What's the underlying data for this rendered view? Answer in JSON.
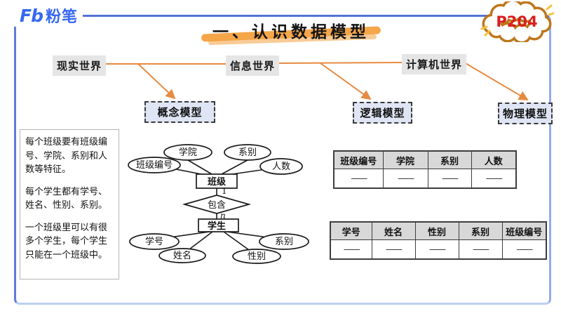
{
  "slide": {
    "logo_mark": "Fb",
    "logo_text": "粉笔",
    "page_badge": "P204",
    "title": "一、认识数据模型"
  },
  "worlds": [
    {
      "label": "现实世界"
    },
    {
      "label": "信息世界"
    },
    {
      "label": "计算机世界"
    }
  ],
  "models": [
    {
      "label": "概念模型"
    },
    {
      "label": "逻辑模型"
    },
    {
      "label": "物理模型"
    }
  ],
  "note": {
    "paragraphs": [
      "每个班级要有班级编号、学院、系别和人数等特征。",
      "每个学生都有学号、姓名、性别、系别。",
      "一个班级里可以有很多个学生，每个学生只能在一个班级中。"
    ]
  },
  "er": {
    "entity_class": "班级",
    "class_attrs": [
      "班级编号",
      "学院",
      "系别",
      "人数"
    ],
    "relation": "包含",
    "card_one": "1",
    "card_n": "n",
    "entity_student": "学生",
    "student_attrs": [
      "学号",
      "姓名",
      "性别",
      "系别"
    ]
  },
  "class_table": {
    "headers": [
      "班级编号",
      "学院",
      "系别",
      "人数"
    ],
    "row": [
      "——",
      "——",
      "——",
      "——"
    ]
  },
  "student_table": {
    "headers": [
      "学号",
      "姓名",
      "性别",
      "系别",
      "班级编号"
    ],
    "row": [
      "——",
      "——",
      "——",
      "——",
      "——"
    ]
  },
  "colors": {
    "accent_orange": "#e78a42",
    "frame_blue": "#6b8ade",
    "logo_blue": "#3668f2",
    "badge_red": "#d91f1f",
    "model_fill": "#dfe5f4",
    "label_bg": "#e5e5e5",
    "table_header_bg": "#d8d8d8",
    "highlight_orange": "#f3a13f"
  }
}
